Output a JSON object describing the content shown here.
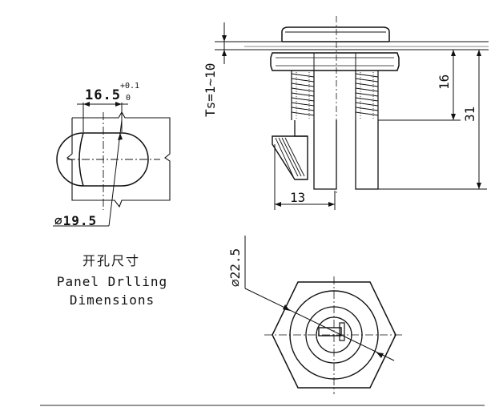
{
  "panel_drilling": {
    "width_dim": "16.5",
    "tol_upper": "+0.1",
    "tol_lower": "0",
    "diameter_label": "⌀19.5",
    "caption_cn": "开孔尺寸",
    "caption_en_line1": "Panel Drlling",
    "caption_en_line2": "Dimensions"
  },
  "side_view": {
    "thickness_label": "Ts=1~10",
    "dim_16": "16",
    "dim_31": "31",
    "dim_13": "13"
  },
  "front_view": {
    "diameter_label": "⌀22.5"
  }
}
